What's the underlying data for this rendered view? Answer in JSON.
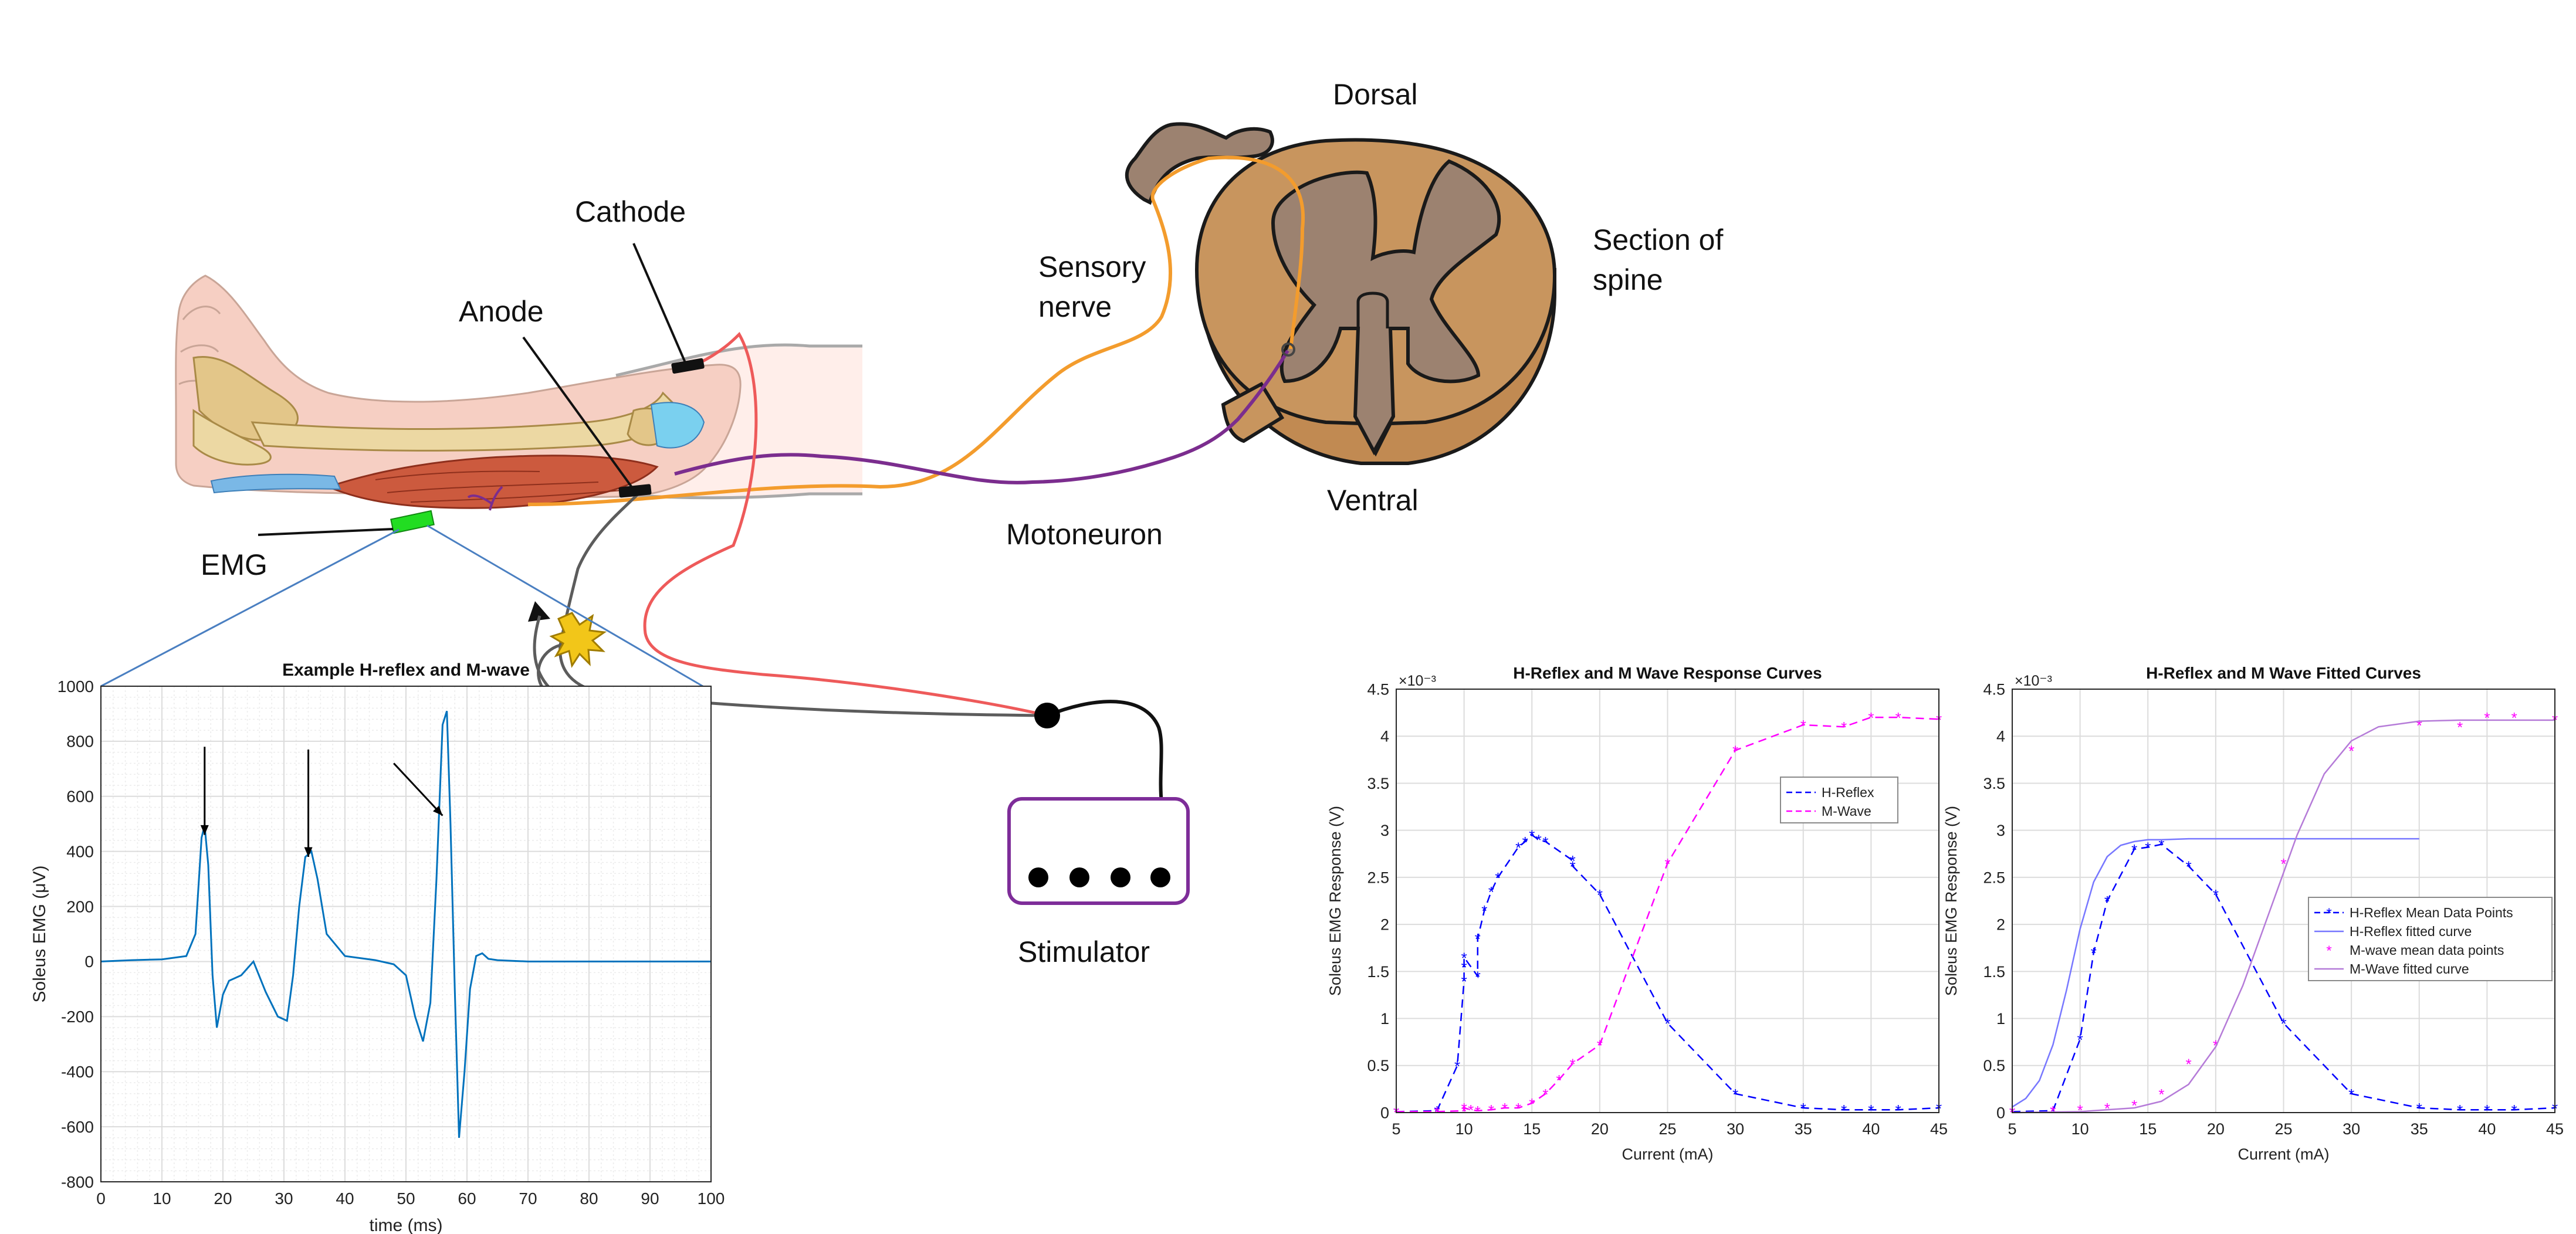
{
  "labels": {
    "dorsal": "Dorsal",
    "section_line1": "Section of",
    "section_line2": "spine",
    "sensory_line1": "Sensory",
    "sensory_line2": "nerve",
    "ventral": "Ventral",
    "motoneuron": "Motoneuron",
    "cathode": "Cathode",
    "anode": "Anode",
    "emg": "EMG",
    "stimulator": "Stimulator"
  },
  "colors": {
    "sensory_nerve": "#f39c2d",
    "motoneuron": "#7b2d8e",
    "cathode_wire": "#ee5a5a",
    "anode_wire": "#5c5c5c",
    "spine_outer": "#c8955e",
    "spine_inner": "#9c8270",
    "emg_pad": "#22dd22",
    "stimulator_border": "#7e2d99",
    "emg_trace": "#0072bd",
    "hreflex": "#0000ff",
    "mwave": "#ff00ff",
    "hreflex_fit": "#7777ff",
    "mwave_fit": "#b57bd8",
    "spark": "#f2c619"
  },
  "chart_data": [
    {
      "id": "emg",
      "type": "line",
      "title": "Example H-reflex and M-wave",
      "xlabel": "time (ms)",
      "ylabel": "Soleus EMG (μV)",
      "xlim": [
        0,
        100
      ],
      "ylim": [
        -800,
        1000
      ],
      "xticks": [
        "0",
        "10",
        "20",
        "30",
        "40",
        "50",
        "60",
        "70",
        "80",
        "90",
        "100"
      ],
      "yticks": [
        "1000",
        "800",
        "600",
        "400",
        "200",
        "0",
        "-200",
        "-400",
        "-600",
        "-800"
      ],
      "grid": true,
      "series": [
        {
          "x": [
            0,
            5,
            10,
            14,
            15.5,
            16.5,
            17,
            17.6,
            18.3,
            19,
            20,
            21,
            23,
            25,
            27,
            29,
            30.5,
            31.5,
            32.5,
            33.5,
            34.5,
            35.5,
            37,
            40,
            45,
            48,
            50,
            51.5,
            52.8,
            54,
            55,
            56,
            56.7,
            57.3,
            58,
            58.7,
            59.6,
            60.5,
            61.5,
            62.5,
            63.5,
            65,
            70,
            80,
            90,
            100
          ],
          "y": [
            0,
            5,
            8,
            20,
            100,
            450,
            495,
            350,
            -50,
            -240,
            -120,
            -70,
            -50,
            0,
            -110,
            -200,
            -215,
            -50,
            200,
            380,
            400,
            300,
            100,
            20,
            5,
            -10,
            -50,
            -200,
            -290,
            -150,
            300,
            860,
            910,
            500,
            -100,
            -640,
            -400,
            -100,
            20,
            30,
            10,
            5,
            0,
            0,
            0,
            0
          ]
        }
      ],
      "annotations": [
        {
          "type": "arrow",
          "from": [
            17,
            780
          ],
          "to": [
            17,
            460
          ]
        },
        {
          "type": "arrow",
          "from": [
            34,
            770
          ],
          "to": [
            34,
            380
          ]
        },
        {
          "type": "arrow",
          "from": [
            48,
            720
          ],
          "to": [
            56,
            530
          ]
        }
      ]
    },
    {
      "id": "response",
      "type": "line",
      "title": "H-Reflex and M Wave Response Curves",
      "xlabel": "Current (mA)",
      "ylabel": "Soleus EMG Response (V)",
      "y_multiplier": "×10⁻³",
      "xlim": [
        5,
        45
      ],
      "ylim": [
        0,
        4.5
      ],
      "xticks": [
        "5",
        "10",
        "15",
        "20",
        "25",
        "30",
        "35",
        "40",
        "45"
      ],
      "yticks": [
        "4.5",
        "4",
        "3.5",
        "3",
        "2.5",
        "2",
        "1.5",
        "1",
        "0.5",
        "0"
      ],
      "grid": true,
      "legend": "top-right",
      "series": [
        {
          "name": "H-Reflex",
          "style": "dashed",
          "x": [
            5,
            8,
            9.5,
            10,
            10,
            10,
            11,
            11,
            11.5,
            12,
            12.5,
            14,
            14.5,
            15,
            15.5,
            16,
            18,
            18,
            20,
            25,
            30,
            35,
            38,
            40,
            42,
            45
          ],
          "y": [
            0.01,
            0.02,
            0.5,
            1.4,
            1.55,
            1.65,
            1.45,
            1.85,
            2.15,
            2.35,
            2.5,
            2.82,
            2.88,
            2.95,
            2.9,
            2.88,
            2.68,
            2.62,
            2.32,
            0.95,
            0.2,
            0.05,
            0.03,
            0.03,
            0.03,
            0.05
          ]
        },
        {
          "name": "M-Wave",
          "style": "dashed",
          "x": [
            5,
            8,
            10,
            10,
            10.5,
            11,
            12,
            13,
            14,
            15,
            16,
            17,
            18,
            20,
            25,
            30,
            35,
            38,
            40,
            42,
            45
          ],
          "y": [
            0.01,
            0.01,
            0.02,
            0.05,
            0.03,
            0.02,
            0.03,
            0.05,
            0.05,
            0.1,
            0.2,
            0.35,
            0.52,
            0.72,
            2.65,
            3.85,
            4.12,
            4.1,
            4.2,
            4.2,
            4.18
          ]
        }
      ]
    },
    {
      "id": "fitted",
      "type": "line",
      "title": "H-Reflex and M Wave Fitted Curves",
      "xlabel": "Current (mA)",
      "ylabel": "Soleus EMG Response (V)",
      "y_multiplier": "×10⁻³",
      "xlim": [
        5,
        45
      ],
      "ylim": [
        0,
        4.5
      ],
      "xticks": [
        "5",
        "10",
        "15",
        "20",
        "25",
        "30",
        "35",
        "40",
        "45"
      ],
      "yticks": [
        "4.5",
        "4",
        "3.5",
        "3",
        "2.5",
        "2",
        "1.5",
        "1",
        "0.5",
        "0"
      ],
      "grid": true,
      "legend": "right",
      "series": [
        {
          "name": "H-Reflex Mean Data Points",
          "style": "dashed",
          "x": [
            5,
            8,
            10,
            11,
            12,
            14,
            15,
            16,
            18,
            20,
            25,
            30,
            35,
            38,
            40,
            42,
            45
          ],
          "y": [
            0.01,
            0.02,
            0.78,
            1.7,
            2.25,
            2.8,
            2.82,
            2.85,
            2.62,
            2.32,
            0.95,
            0.2,
            0.05,
            0.03,
            0.03,
            0.03,
            0.05
          ]
        },
        {
          "name": "H-Reflex fitted curve",
          "style": "solid",
          "x": [
            5,
            6,
            7,
            8,
            9,
            10,
            11,
            12,
            13,
            14,
            15,
            16,
            18,
            20,
            25,
            30,
            35
          ],
          "y": [
            0.06,
            0.15,
            0.34,
            0.72,
            1.3,
            1.95,
            2.45,
            2.72,
            2.84,
            2.88,
            2.9,
            2.9,
            2.91,
            2.91,
            2.91,
            2.91,
            2.91
          ]
        },
        {
          "name": "M-wave mean data points",
          "style": "markers",
          "x": [
            5,
            8,
            10,
            12,
            14,
            16,
            18,
            20,
            25,
            30,
            35,
            38,
            40,
            42,
            45
          ],
          "y": [
            0.01,
            0.02,
            0.03,
            0.05,
            0.08,
            0.2,
            0.52,
            0.72,
            2.65,
            3.85,
            4.12,
            4.1,
            4.2,
            4.2,
            4.18
          ]
        },
        {
          "name": "M-Wave fitted curve",
          "style": "solid",
          "x": [
            5,
            10,
            14,
            16,
            18,
            20,
            22,
            24,
            25,
            26,
            28,
            30,
            32,
            35,
            38,
            40,
            45
          ],
          "y": [
            0,
            0.01,
            0.05,
            0.12,
            0.3,
            0.7,
            1.35,
            2.15,
            2.55,
            2.95,
            3.6,
            3.95,
            4.1,
            4.16,
            4.17,
            4.17,
            4.17
          ]
        }
      ]
    }
  ]
}
